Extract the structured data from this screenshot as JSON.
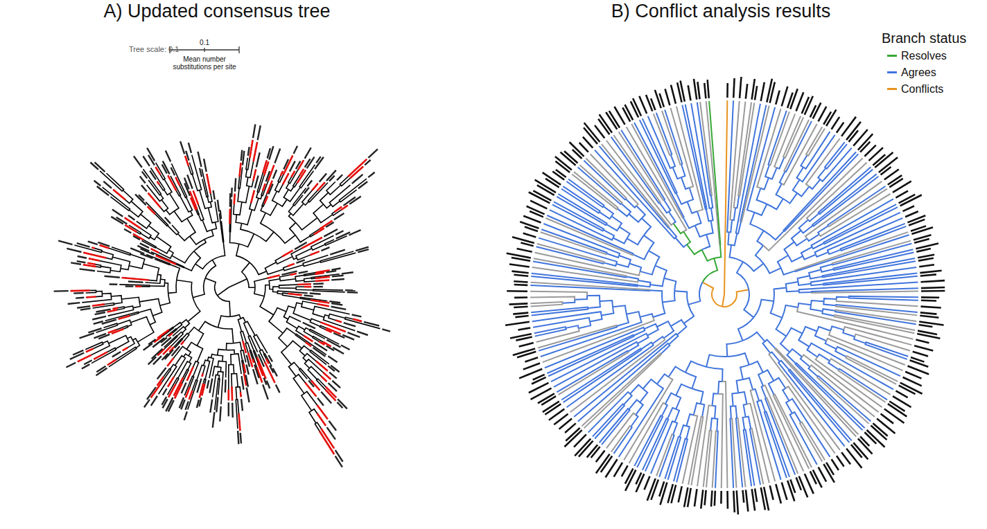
{
  "diagram": {
    "labels": [
      "A) Updated consensus tree",
      "B) Conflict analysis results",
      "Tree scale: 0.1",
      "0.1",
      "Mean number substitutions per site",
      "Branch status"
    ],
    "legend": [
      {
        "text": "Resolves",
        "color": "#36a836"
      },
      {
        "text": "Agrees",
        "color": "#3f74dc"
      },
      {
        "text": "Conflicts",
        "color": "#e8931f"
      }
    ]
  }
}
